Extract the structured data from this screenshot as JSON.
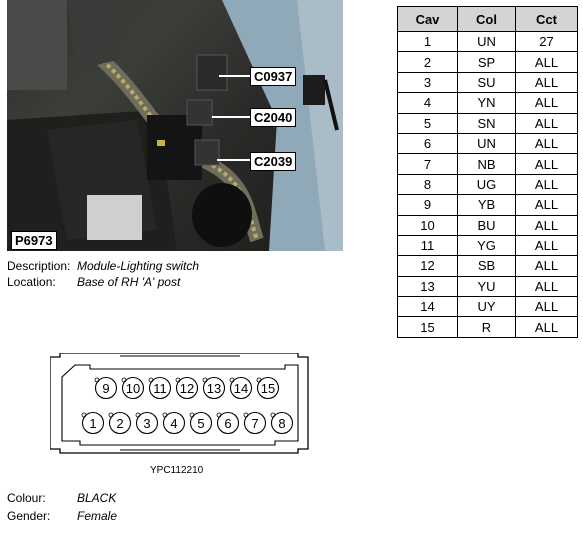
{
  "photo": {
    "id_label": "P6973",
    "callouts": [
      "C0937",
      "C2040",
      "C2039"
    ]
  },
  "info": {
    "description_key": "Description:",
    "description_value": "Module-Lighting switch",
    "location_key": "Location:",
    "location_value": "Base of RH 'A' post"
  },
  "table": {
    "headers": [
      "Cav",
      "Col",
      "Cct"
    ],
    "rows": [
      [
        "1",
        "UN",
        "27"
      ],
      [
        "2",
        "SP",
        "ALL"
      ],
      [
        "3",
        "SU",
        "ALL"
      ],
      [
        "4",
        "YN",
        "ALL"
      ],
      [
        "5",
        "SN",
        "ALL"
      ],
      [
        "6",
        "UN",
        "ALL"
      ],
      [
        "7",
        "NB",
        "ALL"
      ],
      [
        "8",
        "UG",
        "ALL"
      ],
      [
        "9",
        "YB",
        "ALL"
      ],
      [
        "10",
        "BU",
        "ALL"
      ],
      [
        "11",
        "YG",
        "ALL"
      ],
      [
        "12",
        "SB",
        "ALL"
      ],
      [
        "13",
        "YU",
        "ALL"
      ],
      [
        "14",
        "UY",
        "ALL"
      ],
      [
        "15",
        "R",
        "ALL"
      ]
    ]
  },
  "connector": {
    "top_pins": [
      "9",
      "10",
      "11",
      "12",
      "13",
      "14",
      "15"
    ],
    "bottom_pins": [
      "1",
      "2",
      "3",
      "4",
      "5",
      "6",
      "7",
      "8"
    ],
    "code": "YPC112210"
  },
  "details": {
    "colour_key": "Colour:",
    "colour_value": "BLACK",
    "gender_key": "Gender:",
    "gender_value": "Female"
  }
}
